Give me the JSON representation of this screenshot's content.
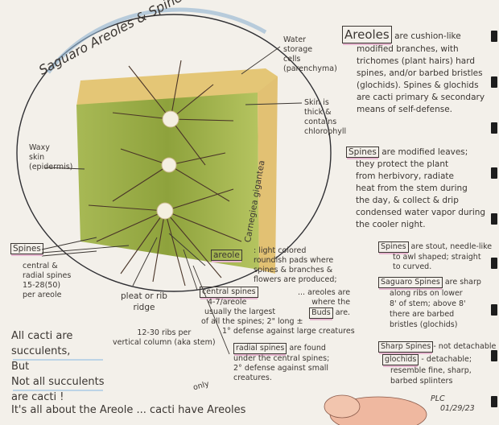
{
  "title": "Saguaro Areoles & Spines",
  "species_label": "Carnegiea gigantea",
  "labels": {
    "water_storage": [
      "Water",
      "storage",
      "cells",
      "(parenchyma)"
    ],
    "skin": [
      "Skin is",
      "thick &",
      "contains",
      "chlorophyll"
    ],
    "waxy_skin": [
      "Waxy",
      "skin",
      "(epidermis)"
    ],
    "spines_label": "Spines",
    "spines_note": [
      "central &",
      "radial spines",
      "15-28(50)",
      "per areole"
    ],
    "pleat": [
      "pleat or rib",
      "ridge"
    ],
    "ribs_note": [
      "12-30 ribs per",
      "vertical column (aka stem)"
    ]
  },
  "areole_note": {
    "term": "areole",
    "lines": [
      ": light colored",
      "roundish pads where",
      "spines & branches &",
      "flowers are produced;"
    ],
    "buds_lines": [
      "... areoles are",
      "where the"
    ],
    "buds_term": "Buds",
    "buds_end": "are."
  },
  "central_spines": {
    "term": "central spines",
    "lines": [
      "4-7/areole",
      "usually the largest",
      "of all the spines; 2\" long ±",
      "1° defense against large creatures"
    ]
  },
  "radial_spines": {
    "term": "radial spines",
    "lines": [
      "are found",
      "under the central spines;",
      "2° defense against small",
      "creatures."
    ]
  },
  "areoles_para": {
    "term": "Areoles",
    "lines": [
      "are cushion-like",
      "modified branches, with",
      "trichomes (plant hairs) hard",
      "spines, and/or barbed bristles",
      "(glochids). Spines & glochids",
      "are cacti primary & secondary",
      "means of self-defense."
    ]
  },
  "spines_para": {
    "term": "Spines",
    "lines": [
      "are modified leaves;",
      "they protect the plant",
      "from herbivory, radiate",
      "heat from the stem during",
      "the day, & collect & drip",
      "condensed water vapor during",
      "the cooler night."
    ]
  },
  "spines_shape": {
    "term": "Spines",
    "lines": [
      "are stout, needle-like",
      "to awl shaped; straight",
      "to curved."
    ]
  },
  "saguaro_spines": {
    "term": "Saguaro Spines",
    "lines": [
      "are sharp",
      "along ribs on lower",
      "8' of stem; above 8'",
      "there are barbed",
      "bristles (glochids)"
    ]
  },
  "sharp_spines": {
    "term": "Sharp Spines",
    "text": "- not detachable"
  },
  "glochids": {
    "term": "glochids",
    "lines": [
      "- detachable;",
      "resemble fine, sharp,",
      "barbed splinters"
    ]
  },
  "succulents": [
    "All cacti are",
    "succulents,",
    "But",
    "Not all succulents",
    "are cacti !"
  ],
  "footer": {
    "only": "only",
    "text": "It's all about the Areole ... cacti have Areoles"
  },
  "signature": {
    "initials": "PLC",
    "date": "01/29/23"
  },
  "colors": {
    "paper": "#f3f0ea",
    "green": "#9fb04a",
    "yellow": "#e6c77a",
    "highlight": "#e6b5cf",
    "circle": "#3a5a7a"
  }
}
